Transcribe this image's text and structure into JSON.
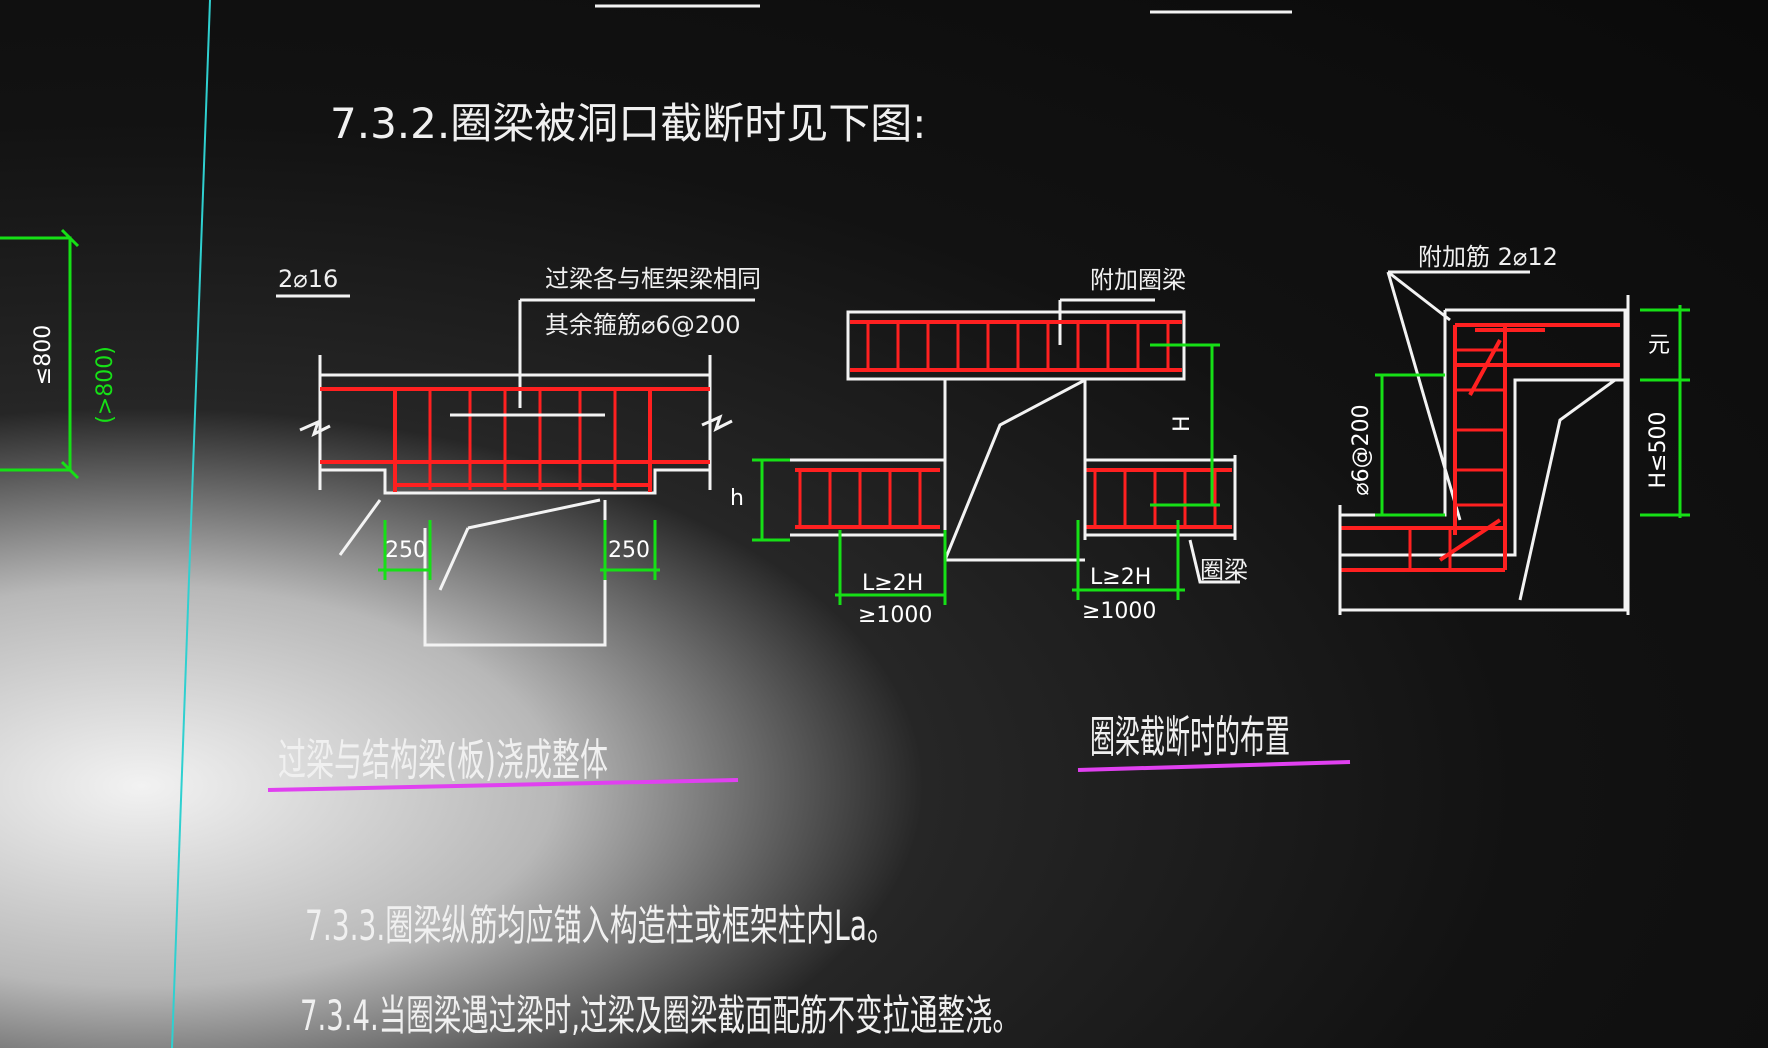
{
  "section_732": "7.3.2.圈梁被洞口截断时见下图:",
  "section_733": "7.3.3.圈梁纵筋均应锚入构造柱或框架柱内La。",
  "section_734": "7.3.4.当圈梁遇过梁时,过梁及圈梁截面配筋不变拉通整浇。",
  "left_margin": {
    "dim_a": "≤800",
    "dim_b": "(>800)"
  },
  "detail1": {
    "rebar_label": "2⌀16",
    "note_line1": "过梁各与框架梁相同",
    "note_line2": "其余箍筋⌀6@200",
    "dim_left": "250",
    "dim_right": "250",
    "caption": "过梁与结构梁(板)浇成整体"
  },
  "detail2": {
    "beam_label": "附加圈梁",
    "dim_H": "H",
    "dim_h": "h",
    "dim_L1": "L≥2H",
    "dim_L1b": "≥1000",
    "dim_L2": "L≥2H",
    "dim_L2b": "≥1000",
    "beam_tag": "圈梁"
  },
  "detail3": {
    "rebar_label": "附加筋 2⌀12",
    "stirrup_label": "⌀6@200",
    "dim_top": "元",
    "dim_H": "H≤500",
    "caption": "圈梁截断时的布置"
  },
  "colors": {
    "line": "#f3f3f3",
    "rebar": "#ff2020",
    "dimension": "#16e016",
    "underline": "#e040f0",
    "frame": "#2fd0d0"
  }
}
